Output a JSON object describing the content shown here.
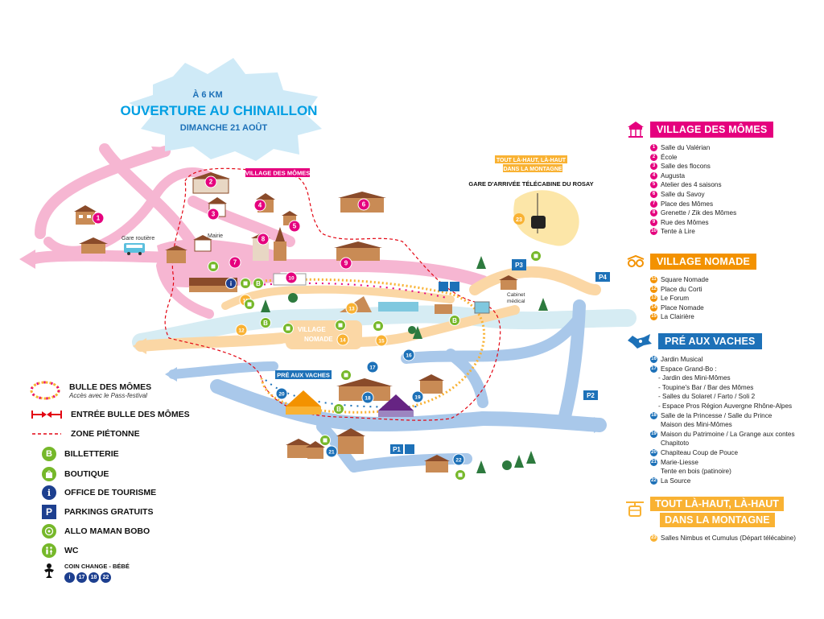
{
  "header": {
    "line1": "À 6 KM",
    "line2": "OUVERTURE AU CHINAILLON",
    "line3": "DIMANCHE 21 AOÛT"
  },
  "map_labels": {
    "village_des_momes": "VILLAGE DES MÔMES",
    "village_nomade_1": "VILLAGE",
    "village_nomade_2": "NOMADE",
    "pre_aux_vaches": "PRÉ AUX VACHES",
    "gare_routiere": "Gare routière",
    "mairie": "Mairie",
    "cabinet_1": "Cabinet",
    "cabinet_2": "médical",
    "tout_la_haut_1": "TOUT LÀ-HAUT, LÀ-HAUT",
    "tout_la_haut_2": "DANS LA MONTAGNE",
    "gare_arrivee": "GARE D'ARRIVÉE TÉLÉCABINE DU ROSAY",
    "p1": "P1",
    "p2": "P2",
    "p3": "P3",
    "p4": "P4"
  },
  "colors": {
    "pink": "#e5007e",
    "orange": "#f39200",
    "blue": "#1d71b8",
    "yellow": "#f9b233",
    "green": "#76b82a",
    "road_pink": "#f6b6d2",
    "road_orange": "#fbd7a5",
    "road_blue": "#a9c8ea",
    "road_lightblue": "#d6ecf3"
  },
  "sections": {
    "momes": {
      "title": "VILLAGE DES MÔMES",
      "icon": "carousel-icon",
      "items": [
        {
          "n": "1",
          "label": "Salle du Valérian"
        },
        {
          "n": "2",
          "label": "École"
        },
        {
          "n": "3",
          "label": "Salle des flocons"
        },
        {
          "n": "4",
          "label": "Augusta"
        },
        {
          "n": "5",
          "label": "Atelier des 4 saisons"
        },
        {
          "n": "6",
          "label": "Salle du Savoy"
        },
        {
          "n": "7",
          "label": "Place des Mômes"
        },
        {
          "n": "8",
          "label": "Grenette / Zik des Mômes"
        },
        {
          "n": "9",
          "label": "Rue des Mômes"
        },
        {
          "n": "10",
          "label": "Tente à Lire"
        }
      ]
    },
    "nomade": {
      "title": "VILLAGE NOMADE",
      "icon": "glasses-icon",
      "items": [
        {
          "n": "11",
          "label": "Square Nomade"
        },
        {
          "n": "12",
          "label": "Place du Corti"
        },
        {
          "n": "13",
          "label": "Le Forum"
        },
        {
          "n": "14",
          "label": "Place Nomade"
        },
        {
          "n": "15",
          "label": "La Clairière"
        }
      ]
    },
    "pre": {
      "title": "PRÉ AUX VACHES",
      "icon": "cow-icon",
      "items": [
        {
          "n": "16",
          "label": "Jardin Musical"
        },
        {
          "n": "17",
          "label": "Espace Grand-Bo :"
        },
        {
          "n": "",
          "label": "- Jardin des Mini-Mômes",
          "sub": true
        },
        {
          "n": "",
          "label": "- Toupine's Bar / Bar des Mômes",
          "sub": true
        },
        {
          "n": "",
          "label": "- Salles du Solaret / Farto / Soli 2",
          "sub": true
        },
        {
          "n": "",
          "label": "- Espace Pros Région Auvergne Rhône-Alpes",
          "sub": true
        },
        {
          "n": "18",
          "label": "Salle de la Princesse / Salle du Prince"
        },
        {
          "n": "",
          "label": "Maison des Mini-Mômes",
          "cont": true
        },
        {
          "n": "19",
          "label": "Maison du Patrimoine / La Grange aux contes"
        },
        {
          "n": "",
          "label": "Chapitoto",
          "cont": true
        },
        {
          "n": "20",
          "label": "Chapiteau Coup de Pouce"
        },
        {
          "n": "21",
          "label": "Marie-Liesse"
        },
        {
          "n": "",
          "label": "Tente en bois (patinoire)",
          "cont": true
        },
        {
          "n": "22",
          "label": "La Source"
        }
      ]
    },
    "haut": {
      "title1": "TOUT LÀ-HAUT, LÀ-HAUT",
      "title2": "DANS LA MONTAGNE",
      "icon": "gondola-icon",
      "items": [
        {
          "n": "23",
          "label": "Salles Nimbus et Cumulus (Départ télécabine)"
        }
      ]
    }
  },
  "legend": {
    "bulle_title": "BULLE DES MÔMES",
    "bulle_sub": "Accès avec le Pass-festival",
    "entree": "ENTRÉE BULLE DES MÔMES",
    "zone": "ZONE PIÉTONNE",
    "billetterie": "BILLETTERIE",
    "boutique": "BOUTIQUE",
    "office": "OFFICE DE TOURISME",
    "parkings": "PARKINGS GRATUITS",
    "allo": "ALLO MAMAN BOBO",
    "wc": "WC",
    "coin": "COIN CHANGE - BÉBÉ",
    "coin_items": [
      "i",
      "17",
      "18",
      "22"
    ],
    "b_letter": "B",
    "i_letter": "i",
    "p_letter": "P"
  }
}
